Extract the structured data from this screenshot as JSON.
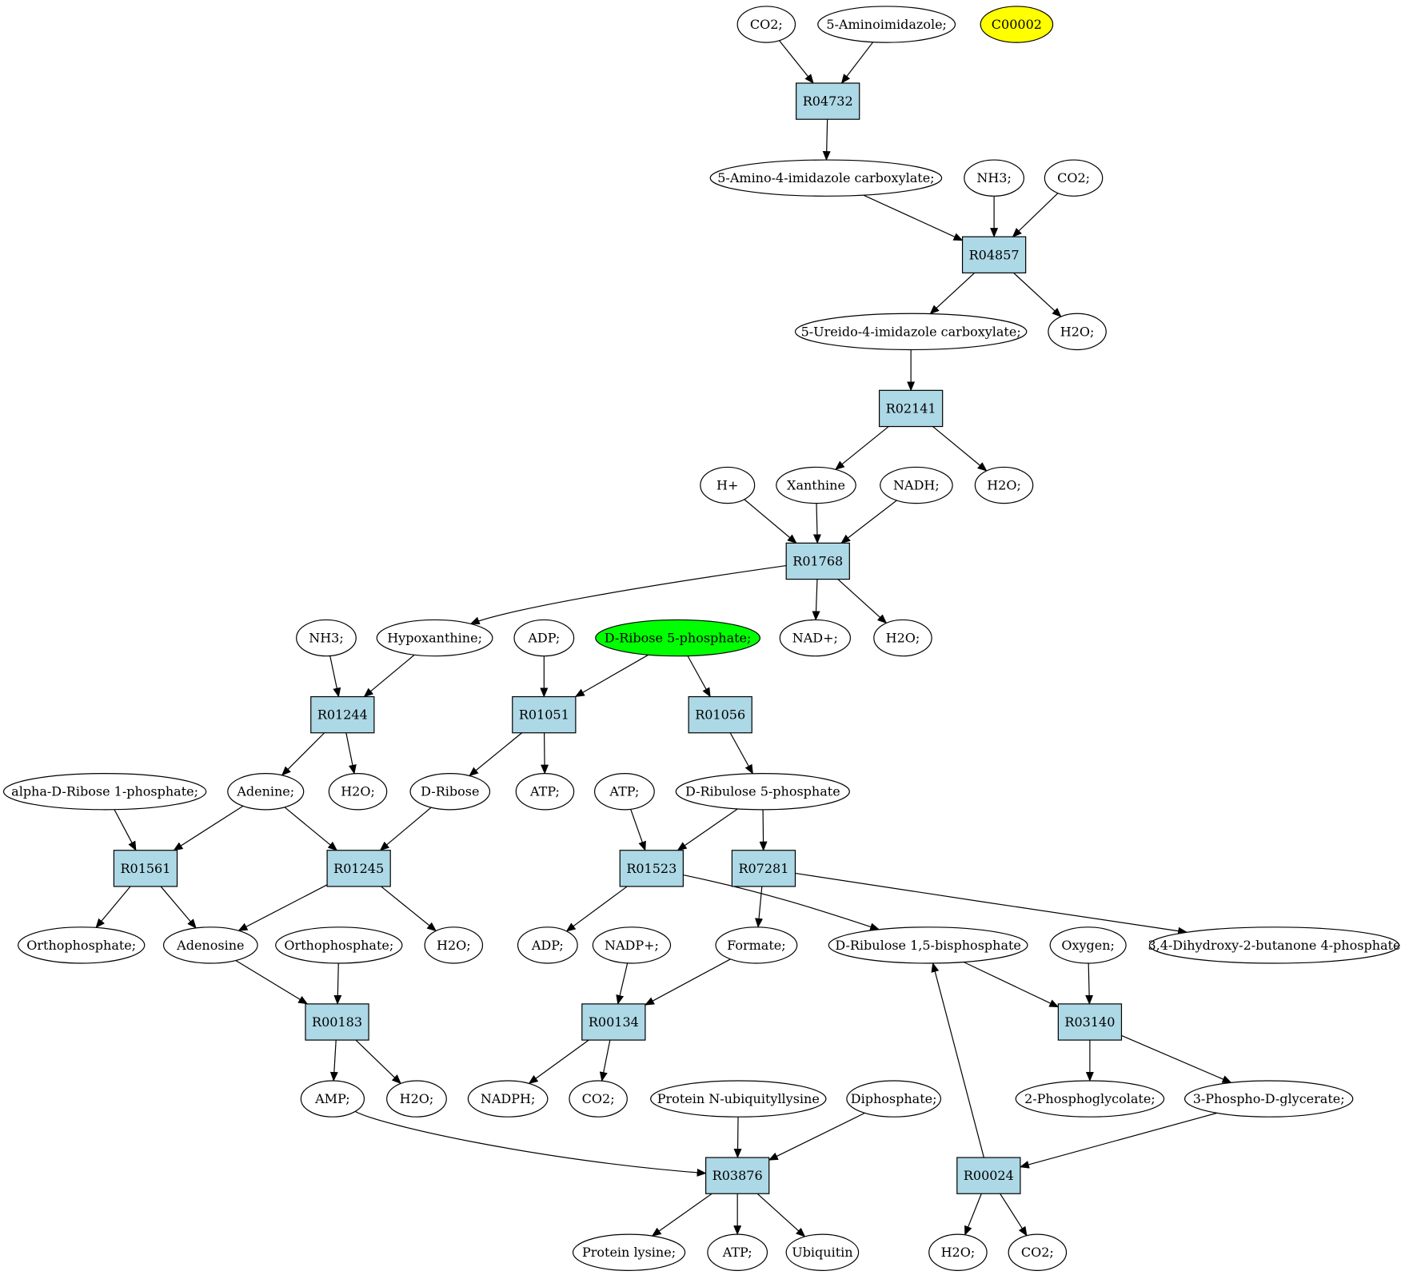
{
  "colors": {
    "reaction_fill": "#add8e6",
    "compound_fill": "#ffffff",
    "highlight_green": "#00ff00",
    "highlight_yellow": "#ffff00",
    "stroke": "#000000"
  },
  "nodes": [
    {
      "id": "co2_top",
      "label": "CO2;",
      "kind": "compound"
    },
    {
      "id": "aminoimid",
      "label": "5-Aminoimidazole;",
      "kind": "compound"
    },
    {
      "id": "c00002",
      "label": "C00002",
      "kind": "compound",
      "fill": "#ffff00"
    },
    {
      "id": "R04732",
      "label": "R04732",
      "kind": "reaction"
    },
    {
      "id": "amino_carbox",
      "label": "5-Amino-4-imidazole carboxylate;",
      "kind": "compound"
    },
    {
      "id": "nh3_a",
      "label": "NH3;",
      "kind": "compound"
    },
    {
      "id": "co2_b",
      "label": "CO2;",
      "kind": "compound"
    },
    {
      "id": "R04857",
      "label": "R04857",
      "kind": "reaction"
    },
    {
      "id": "ureido",
      "label": "5-Ureido-4-imidazole carboxylate;",
      "kind": "compound"
    },
    {
      "id": "h2o_a",
      "label": "H2O;",
      "kind": "compound"
    },
    {
      "id": "R02141",
      "label": "R02141",
      "kind": "reaction"
    },
    {
      "id": "hplus",
      "label": "H+",
      "kind": "compound"
    },
    {
      "id": "xanthine",
      "label": "Xanthine",
      "kind": "compound"
    },
    {
      "id": "nadh",
      "label": "NADH;",
      "kind": "compound"
    },
    {
      "id": "h2o_b",
      "label": "H2O;",
      "kind": "compound"
    },
    {
      "id": "R01768",
      "label": "R01768",
      "kind": "reaction"
    },
    {
      "id": "nh3_b",
      "label": "NH3;",
      "kind": "compound"
    },
    {
      "id": "hypox",
      "label": "Hypoxanthine;",
      "kind": "compound"
    },
    {
      "id": "adp_a",
      "label": "ADP;",
      "kind": "compound"
    },
    {
      "id": "dr5p",
      "label": "D-Ribose 5-phosphate;",
      "kind": "compound",
      "fill": "#00ff00"
    },
    {
      "id": "nadplus",
      "label": "NAD+;",
      "kind": "compound"
    },
    {
      "id": "h2o_c",
      "label": "H2O;",
      "kind": "compound"
    },
    {
      "id": "R01244",
      "label": "R01244",
      "kind": "reaction"
    },
    {
      "id": "R01051",
      "label": "R01051",
      "kind": "reaction"
    },
    {
      "id": "R01056",
      "label": "R01056",
      "kind": "reaction"
    },
    {
      "id": "adr1p",
      "label": "alpha-D-Ribose 1-phosphate;",
      "kind": "compound"
    },
    {
      "id": "adenine",
      "label": "Adenine;",
      "kind": "compound"
    },
    {
      "id": "h2o_d",
      "label": "H2O;",
      "kind": "compound"
    },
    {
      "id": "dribose",
      "label": "D-Ribose",
      "kind": "compound"
    },
    {
      "id": "atp_a",
      "label": "ATP;",
      "kind": "compound"
    },
    {
      "id": "atp_b",
      "label": "ATP;",
      "kind": "compound"
    },
    {
      "id": "dru5p",
      "label": "D-Ribulose 5-phosphate",
      "kind": "compound"
    },
    {
      "id": "R01561",
      "label": "R01561",
      "kind": "reaction"
    },
    {
      "id": "R01245",
      "label": "R01245",
      "kind": "reaction"
    },
    {
      "id": "R01523",
      "label": "R01523",
      "kind": "reaction"
    },
    {
      "id": "R07281",
      "label": "R07281",
      "kind": "reaction"
    },
    {
      "id": "ortho_a",
      "label": "Orthophosphate;",
      "kind": "compound"
    },
    {
      "id": "adenosine",
      "label": "Adenosine",
      "kind": "compound"
    },
    {
      "id": "ortho_b",
      "label": "Orthophosphate;",
      "kind": "compound"
    },
    {
      "id": "h2o_e",
      "label": "H2O;",
      "kind": "compound"
    },
    {
      "id": "adp_b",
      "label": "ADP;",
      "kind": "compound"
    },
    {
      "id": "nadpplus",
      "label": "NADP+;",
      "kind": "compound"
    },
    {
      "id": "formate",
      "label": "Formate;",
      "kind": "compound"
    },
    {
      "id": "drubp",
      "label": "D-Ribulose 1,5-bisphosphate",
      "kind": "compound"
    },
    {
      "id": "oxygen",
      "label": "Oxygen;",
      "kind": "compound"
    },
    {
      "id": "dhbp",
      "label": "3,4-Dihydroxy-2-butanone 4-phosphate",
      "kind": "compound"
    },
    {
      "id": "R00183",
      "label": "R00183",
      "kind": "reaction"
    },
    {
      "id": "R00134",
      "label": "R00134",
      "kind": "reaction"
    },
    {
      "id": "R03140",
      "label": "R03140",
      "kind": "reaction"
    },
    {
      "id": "amp",
      "label": "AMP;",
      "kind": "compound"
    },
    {
      "id": "h2o_f",
      "label": "H2O;",
      "kind": "compound"
    },
    {
      "id": "nadph",
      "label": "NADPH;",
      "kind": "compound"
    },
    {
      "id": "co2_c",
      "label": "CO2;",
      "kind": "compound"
    },
    {
      "id": "pnul",
      "label": "Protein N-ubiquityllysine",
      "kind": "compound"
    },
    {
      "id": "diphos",
      "label": "Diphosphate;",
      "kind": "compound"
    },
    {
      "id": "pglyco",
      "label": "2-Phosphoglycolate;",
      "kind": "compound"
    },
    {
      "id": "pglycer",
      "label": "3-Phospho-D-glycerate;",
      "kind": "compound"
    },
    {
      "id": "R03876",
      "label": "R03876",
      "kind": "reaction"
    },
    {
      "id": "R00024",
      "label": "R00024",
      "kind": "reaction"
    },
    {
      "id": "plys",
      "label": "Protein lysine;",
      "kind": "compound"
    },
    {
      "id": "atp_c",
      "label": "ATP;",
      "kind": "compound"
    },
    {
      "id": "ubiq",
      "label": "Ubiquitin",
      "kind": "compound"
    },
    {
      "id": "h2o_g",
      "label": "H2O;",
      "kind": "compound"
    },
    {
      "id": "co2_d",
      "label": "CO2;",
      "kind": "compound"
    }
  ],
  "edges": [
    [
      "co2_top",
      "R04732"
    ],
    [
      "aminoimid",
      "R04732"
    ],
    [
      "R04732",
      "amino_carbox"
    ],
    [
      "amino_carbox",
      "R04857"
    ],
    [
      "nh3_a",
      "R04857"
    ],
    [
      "co2_b",
      "R04857"
    ],
    [
      "R04857",
      "ureido"
    ],
    [
      "R04857",
      "h2o_a"
    ],
    [
      "ureido",
      "R02141"
    ],
    [
      "R02141",
      "xanthine"
    ],
    [
      "R02141",
      "h2o_b"
    ],
    [
      "hplus",
      "R01768"
    ],
    [
      "xanthine",
      "R01768"
    ],
    [
      "nadh",
      "R01768"
    ],
    [
      "R01768",
      "hypox"
    ],
    [
      "R01768",
      "nadplus"
    ],
    [
      "R01768",
      "h2o_c"
    ],
    [
      "nh3_b",
      "R01244"
    ],
    [
      "hypox",
      "R01244"
    ],
    [
      "R01244",
      "adenine"
    ],
    [
      "R01244",
      "h2o_d"
    ],
    [
      "adp_a",
      "R01051"
    ],
    [
      "dr5p",
      "R01051"
    ],
    [
      "R01051",
      "dribose"
    ],
    [
      "R01051",
      "atp_a"
    ],
    [
      "dr5p",
      "R01056"
    ],
    [
      "R01056",
      "dru5p"
    ],
    [
      "adr1p",
      "R01561"
    ],
    [
      "adenine",
      "R01561"
    ],
    [
      "R01561",
      "ortho_a"
    ],
    [
      "R01561",
      "adenosine"
    ],
    [
      "adenine",
      "R01245"
    ],
    [
      "dribose",
      "R01245"
    ],
    [
      "R01245",
      "adenosine"
    ],
    [
      "R01245",
      "h2o_e"
    ],
    [
      "atp_b",
      "R01523"
    ],
    [
      "dru5p",
      "R01523"
    ],
    [
      "R01523",
      "adp_b"
    ],
    [
      "R01523",
      "drubp"
    ],
    [
      "dru5p",
      "R07281"
    ],
    [
      "R07281",
      "formate"
    ],
    [
      "R07281",
      "dhbp"
    ],
    [
      "adenosine",
      "R00183"
    ],
    [
      "ortho_b",
      "R00183"
    ],
    [
      "R00183",
      "amp"
    ],
    [
      "R00183",
      "h2o_f"
    ],
    [
      "nadpplus",
      "R00134"
    ],
    [
      "formate",
      "R00134"
    ],
    [
      "R00134",
      "nadph"
    ],
    [
      "R00134",
      "co2_c"
    ],
    [
      "drubp",
      "R03140"
    ],
    [
      "oxygen",
      "R03140"
    ],
    [
      "R03140",
      "pglyco"
    ],
    [
      "R03140",
      "pglycer"
    ],
    [
      "amp",
      "R03876"
    ],
    [
      "pnul",
      "R03876"
    ],
    [
      "diphos",
      "R03876"
    ],
    [
      "R03876",
      "plys"
    ],
    [
      "R03876",
      "atp_c"
    ],
    [
      "R03876",
      "ubiq"
    ],
    [
      "pglycer",
      "R00024"
    ],
    [
      "R00024",
      "drubp"
    ],
    [
      "R00024",
      "h2o_g"
    ],
    [
      "R00024",
      "co2_d"
    ]
  ]
}
